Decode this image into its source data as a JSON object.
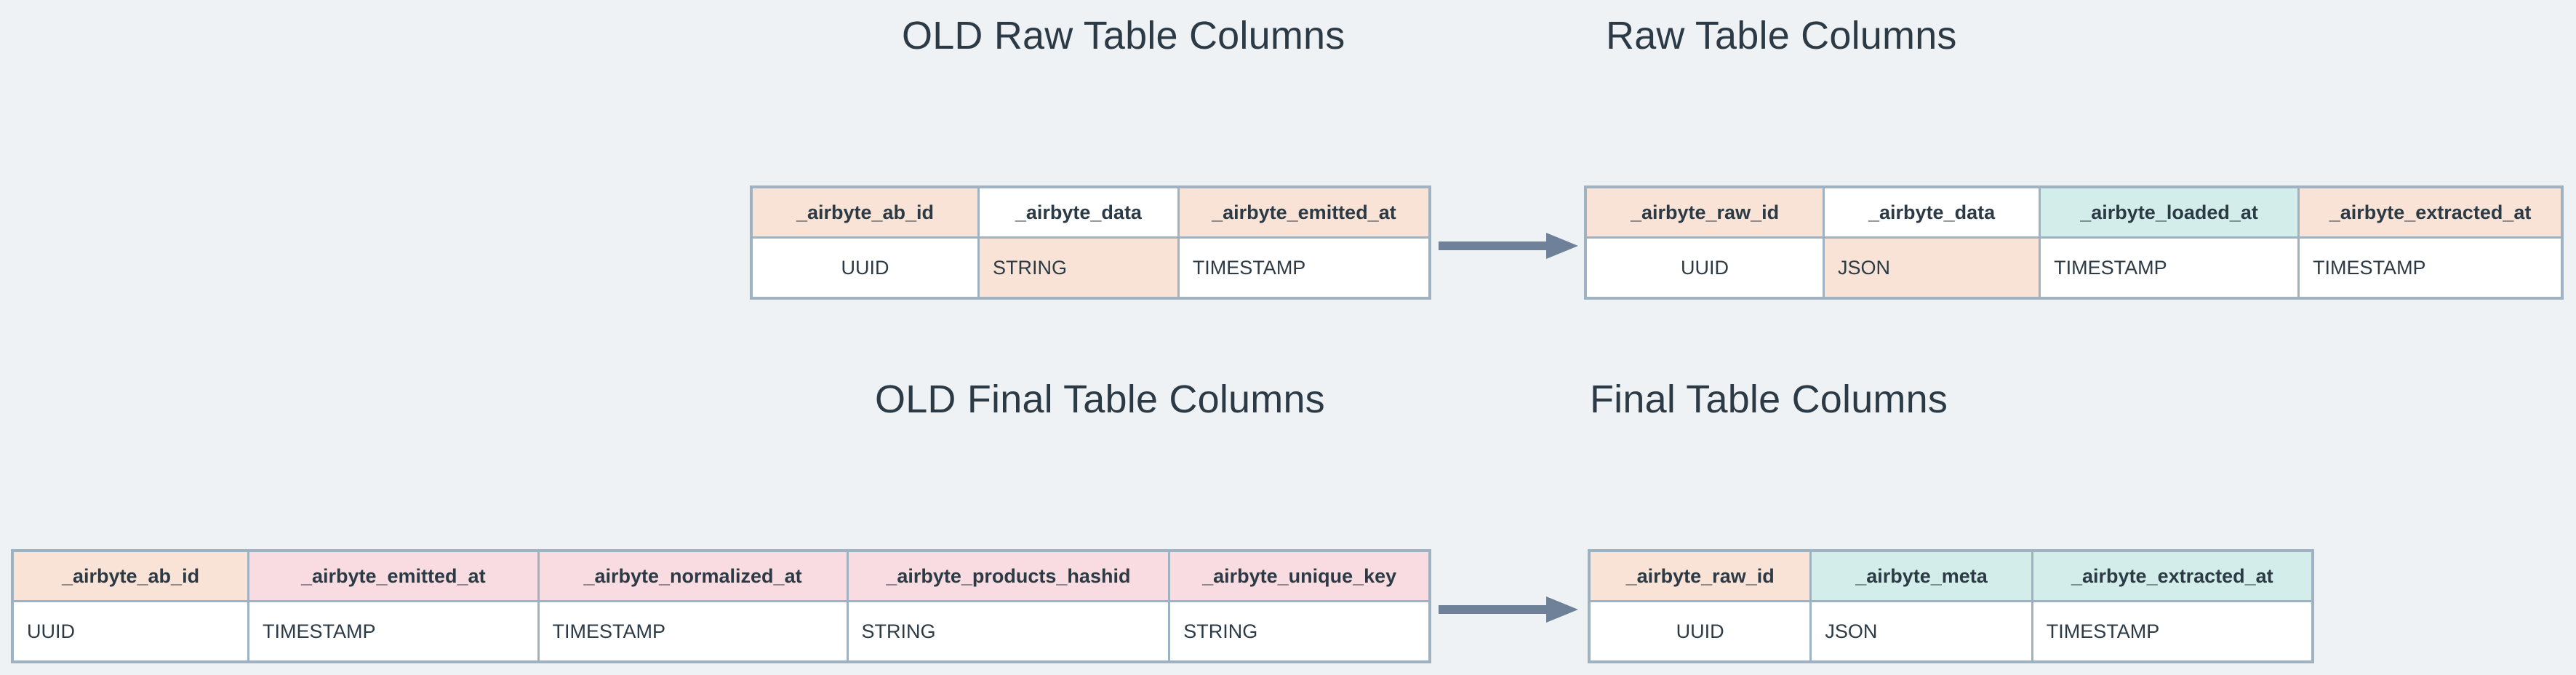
{
  "page": {
    "background_color": "#eef2f5",
    "text_color": "#2b3a45",
    "border_color": "#9fb2c2",
    "arrow_color": "#6e8199",
    "fill_peach": "#f8e3d6",
    "fill_teal": "#d3eeea",
    "fill_pink": "#f8dce1"
  },
  "titles": {
    "old_raw": "OLD Raw Table Columns",
    "new_raw": "Raw Table Columns",
    "old_final": "OLD Final Table Columns",
    "new_final": "Final Table Columns"
  },
  "tables": {
    "old_raw": {
      "columns": [
        {
          "name": "_airbyte_ab_id",
          "type": "UUID",
          "header_fill": "peach",
          "type_fill": "none"
        },
        {
          "name": "_airbyte_data",
          "type": "STRING",
          "header_fill": "none",
          "type_fill": "peach"
        },
        {
          "name": "_airbyte_emitted_at",
          "type": "TIMESTAMP",
          "header_fill": "peach",
          "type_fill": "none"
        }
      ]
    },
    "new_raw": {
      "columns": [
        {
          "name": "_airbyte_raw_id",
          "type": "UUID",
          "header_fill": "peach",
          "type_fill": "none"
        },
        {
          "name": "_airbyte_data",
          "type": "JSON",
          "header_fill": "none",
          "type_fill": "peach"
        },
        {
          "name": "_airbyte_loaded_at",
          "type": "TIMESTAMP",
          "header_fill": "teal",
          "type_fill": "none"
        },
        {
          "name": "_airbyte_extracted_at",
          "type": "TIMESTAMP",
          "header_fill": "peach",
          "type_fill": "none"
        }
      ]
    },
    "old_final": {
      "columns": [
        {
          "name": "_airbyte_ab_id",
          "type": "UUID",
          "header_fill": "peach",
          "type_fill": "none"
        },
        {
          "name": "_airbyte_emitted_at",
          "type": "TIMESTAMP",
          "header_fill": "pink",
          "type_fill": "none"
        },
        {
          "name": "_airbyte_normalized_at",
          "type": "TIMESTAMP",
          "header_fill": "pink",
          "type_fill": "none"
        },
        {
          "name": "_airbyte_products_hashid",
          "type": "STRING",
          "header_fill": "pink",
          "type_fill": "none"
        },
        {
          "name": "_airbyte_unique_key",
          "type": "STRING",
          "header_fill": "pink",
          "type_fill": "none"
        }
      ]
    },
    "new_final": {
      "columns": [
        {
          "name": "_airbyte_raw_id",
          "type": "UUID",
          "header_fill": "peach",
          "type_fill": "none"
        },
        {
          "name": "_airbyte_meta",
          "type": "JSON",
          "header_fill": "teal",
          "type_fill": "none"
        },
        {
          "name": "_airbyte_extracted_at",
          "type": "TIMESTAMP",
          "header_fill": "teal",
          "type_fill": "none"
        }
      ]
    }
  },
  "arrows": {
    "raw": "arrow-right-icon",
    "final": "arrow-right-icon"
  }
}
